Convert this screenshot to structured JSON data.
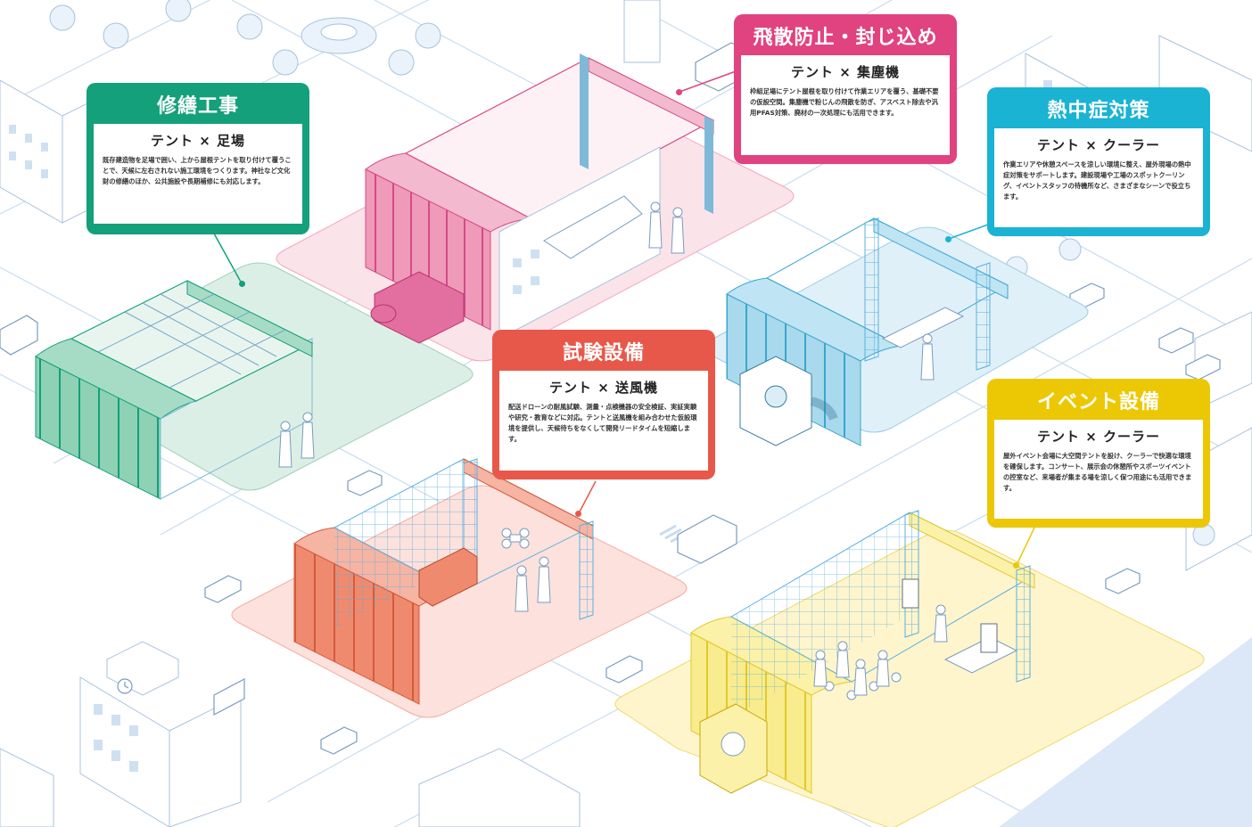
{
  "callouts": {
    "repair": {
      "title": "修繕工事",
      "subtitle": "テント × 足場",
      "description": "既存建造物を足場で囲い、上から屋根テントを取り付けて覆うことで、天候に左右されない施工環境をつくります。神社など文化財の修繕のほか、公共施設や長期補修にも対応します。",
      "color": "#13a07b"
    },
    "containment": {
      "title": "飛散防止・封じ込め",
      "subtitle": "テント × 集塵機",
      "description": "枠組足場にテント屋根を取り付けて作業エリアを覆う、基礎不要の仮設空間。集塵機で粉じんの飛散を防ぎ、アスベスト除去や汎用PFAS対策、廃材の一次処理にも活用できます。",
      "color": "#e0437f"
    },
    "heatstroke": {
      "title": "熱中症対策",
      "subtitle": "テント × クーラー",
      "description": "作業エリアや休憩スペースを涼しい環境に整え、屋外現場の熱中症対策をサポートします。建設現場や工場のスポットクーリング、イベントスタッフの待機所など、さまざまなシーンで役立ちます。",
      "color": "#1ab3d3"
    },
    "testing": {
      "title": "試験設備",
      "subtitle": "テント × 送風機",
      "description": "配送ドローンの耐風試験、測量・点検機器の安全検証、実証実験や研究・教育などに対応。テントと送風機を組み合わせた仮設環境を提供し、天候待ちをなくして開発リードタイムを短縮します。",
      "color": "#e8584a"
    },
    "event": {
      "title": "イベント設備",
      "subtitle": "テント × クーラー",
      "description": "屋外イベント会場に大空間テントを設け、クーラーで快適な環境を確保します。コンサート、展示会の休憩所やスポーツイベントの控室など、来場者が集まる場を涼しく保つ用途にも活用できます。",
      "color": "#ecc804"
    }
  },
  "colors": {
    "road": "#eef4fb",
    "outline": "#bcd3ea",
    "repair_plate": "#dcefe6",
    "containment_plate": "#fbe3ea",
    "heatstroke_plate": "#e0f0f8",
    "testing_plate": "#fde1dc",
    "event_plate": "#fff5cc"
  }
}
